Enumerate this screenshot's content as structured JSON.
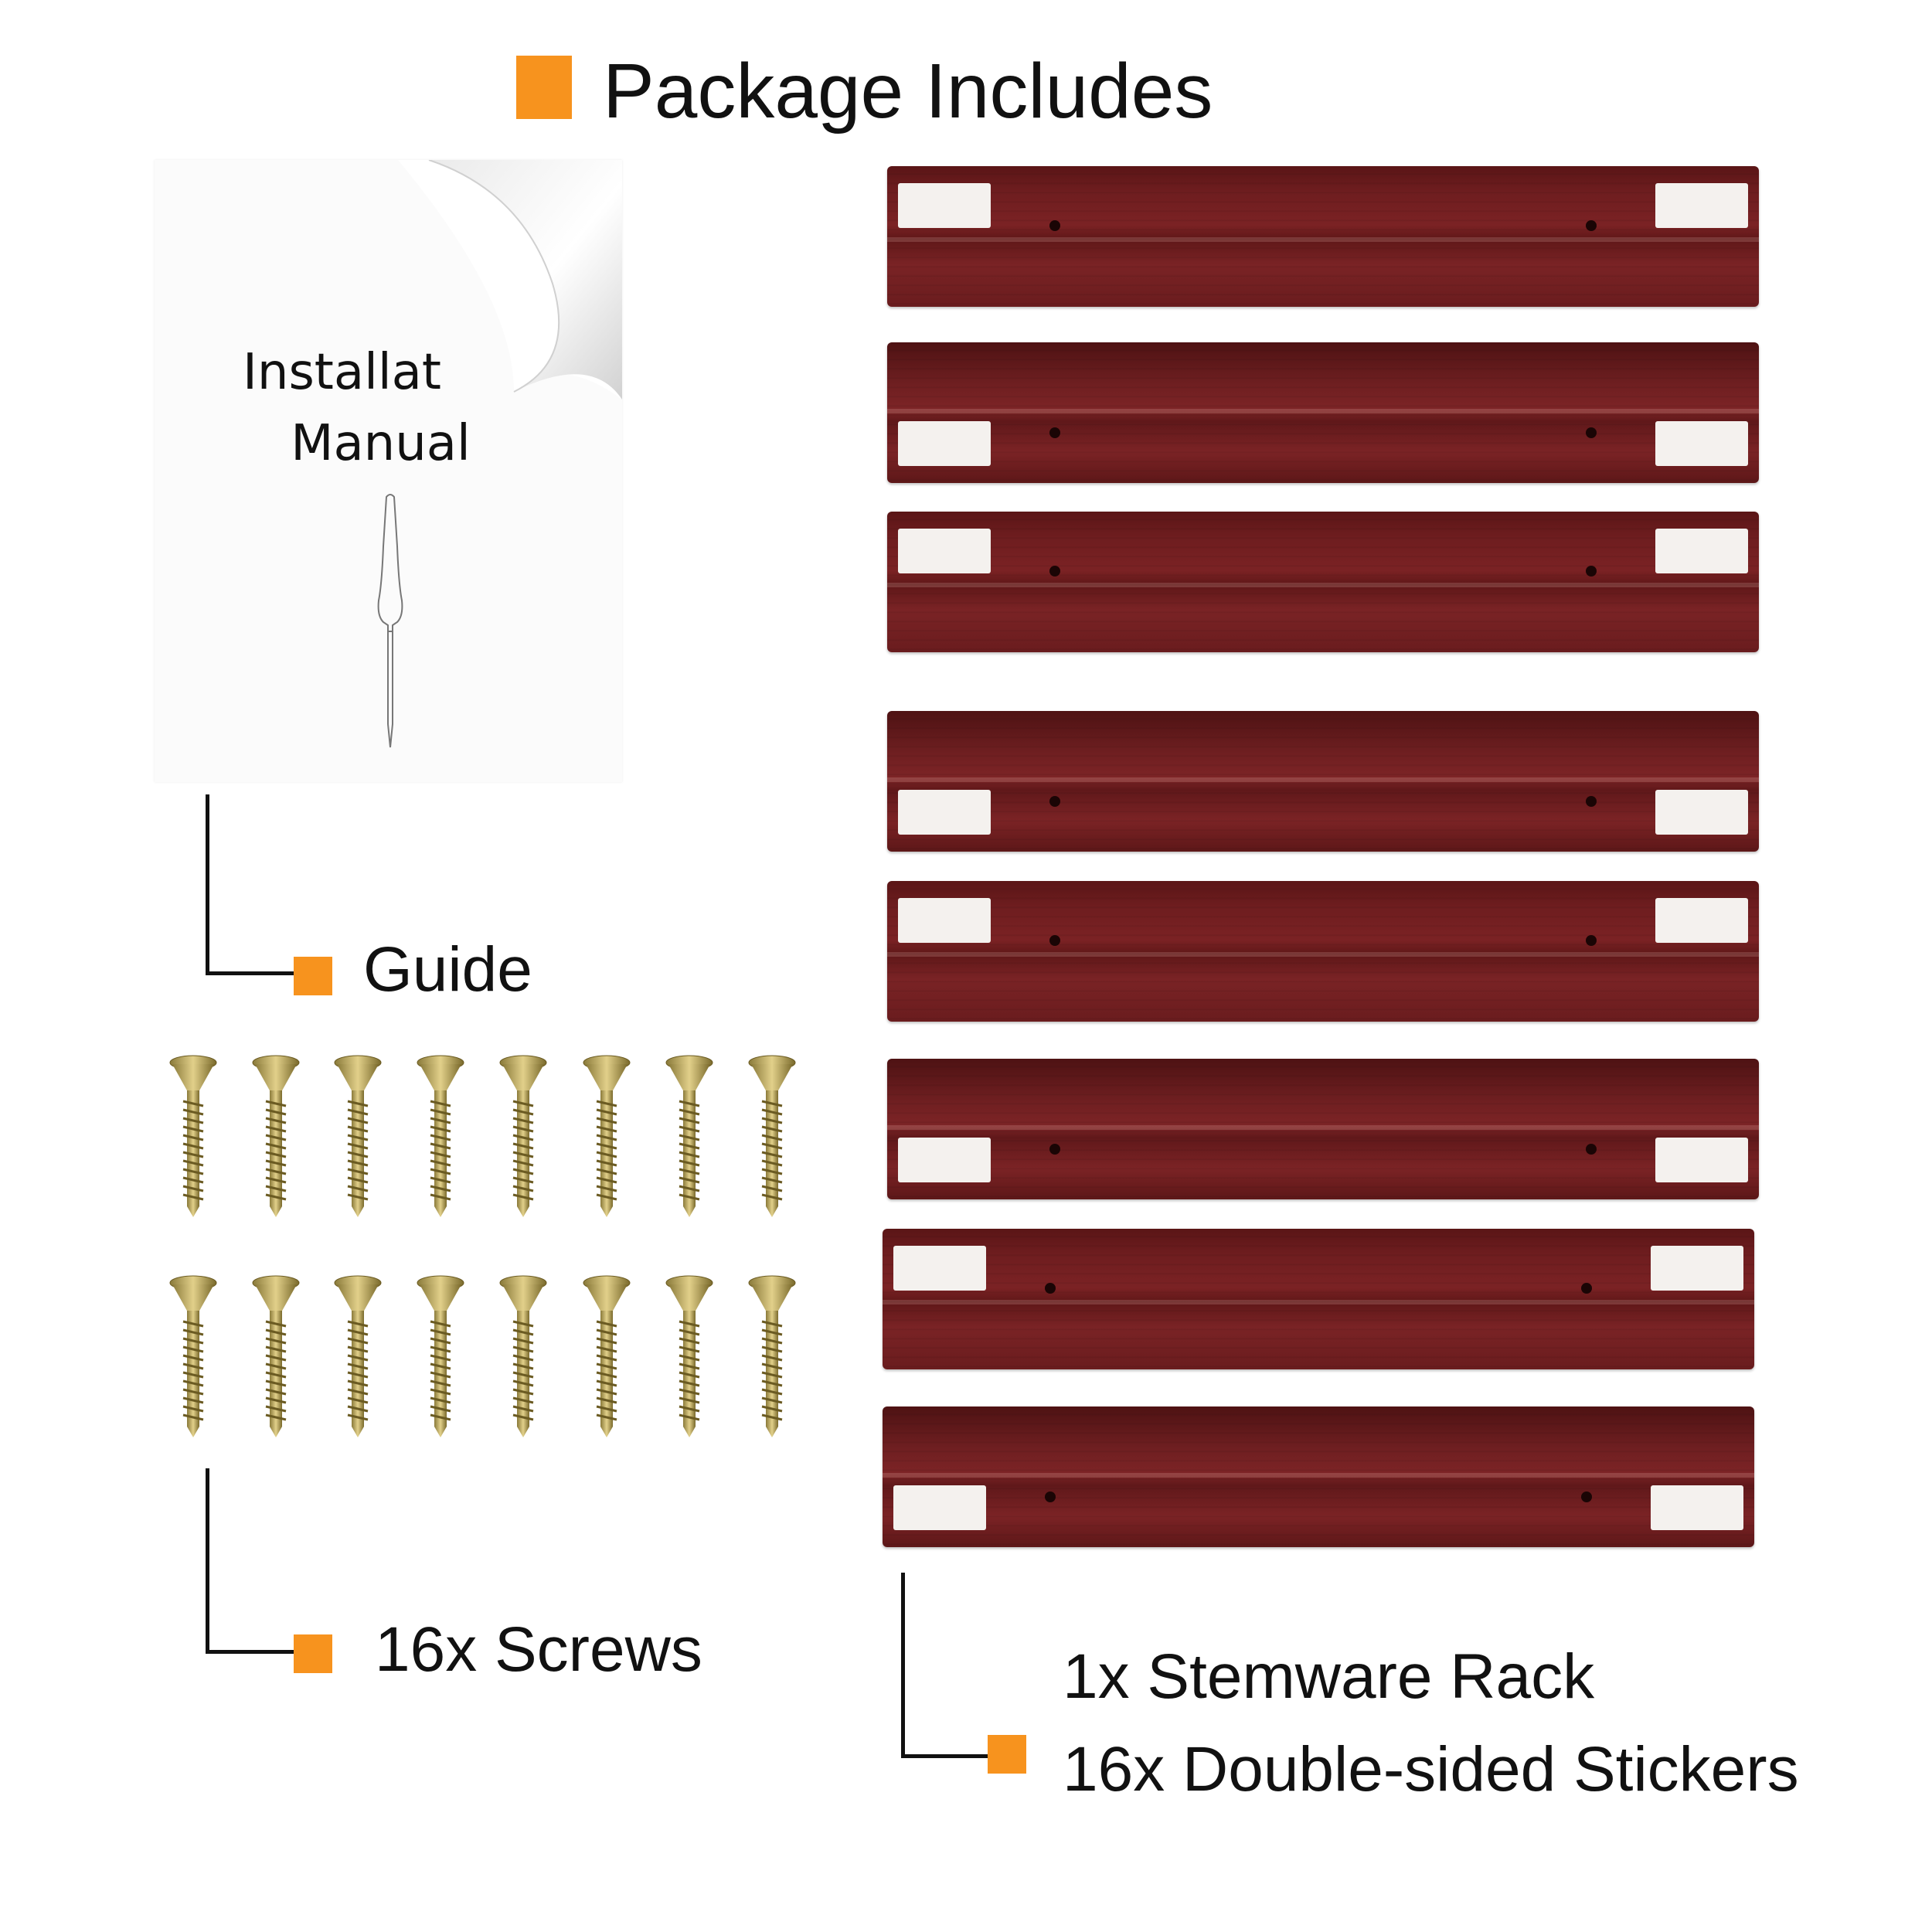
{
  "title": "Package Includes",
  "manual": {
    "line1": "Installat",
    "line2": "Manual"
  },
  "guide_label": "Guide",
  "screws_label": "16x Screws",
  "rack_label_1": "1x Stemware Rack",
  "rack_label_2": "16x Double-sided Stickers",
  "colors": {
    "accent": "#f7931e",
    "wood": "#6e1d1f",
    "sticker": "#f4f1ee",
    "text": "#111111"
  },
  "icons": [
    "screwdriver-icon",
    "screw-icon",
    "page-curl-icon"
  ]
}
